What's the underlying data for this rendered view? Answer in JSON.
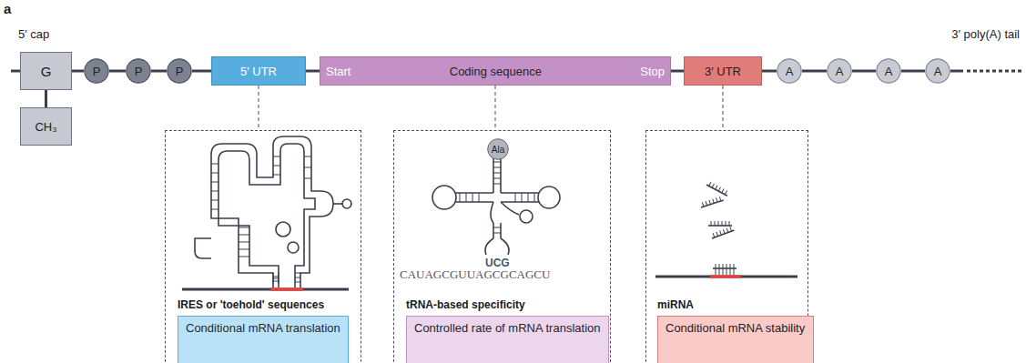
{
  "diagram": {
    "nodes": [
      {
        "text": [
          "G"
        ]
      },
      {
        "text": [
          "CH₃"
        ]
      },
      {
        "text": [
          "P"
        ]
      },
      {
        "text": [
          "P"
        ]
      },
      {
        "text": [
          "P"
        ]
      },
      {
        "text": [
          "5′ UTR"
        ]
      },
      {
        "text": [
          "Start",
          "Coding sequence",
          "Stop"
        ]
      },
      {
        "text": [
          "3′ UTR"
        ]
      },
      {
        "text": [
          "A"
        ]
      },
      {
        "text": [
          "A"
        ]
      },
      {
        "text": [
          "A"
        ]
      },
      {
        "text": [
          "A"
        ]
      },
      {
        "text": [
          "IRES or 'toehold' sequences"
        ]
      },
      {
        "text": [
          "Conditional mRNA translation"
        ],
        "in": 12
      },
      {
        "text": [
          "tRNA-based specificity"
        ]
      },
      {
        "text": [
          "Ala"
        ],
        "in": 14
      },
      {
        "text": [
          "Controlled rate of mRNA translation"
        ],
        "in": 14
      },
      {
        "text": [
          "miRNA"
        ]
      },
      {
        "text": [
          "Conditional mRNA stability"
        ],
        "in": 17
      }
    ],
    "edges": [
      {
        "from": 0,
        "to": 2,
        "arrow": "none"
      },
      {
        "from": 2,
        "to": 3,
        "arrow": "none"
      },
      {
        "from": 3,
        "to": 4,
        "arrow": "none"
      },
      {
        "from": 4,
        "to": 5,
        "arrow": "none"
      },
      {
        "from": 5,
        "to": 6,
        "arrow": "none"
      },
      {
        "from": 6,
        "to": 7,
        "arrow": "none"
      },
      {
        "from": 7,
        "to": 8,
        "arrow": "none"
      },
      {
        "from": 8,
        "to": 9,
        "arrow": "none"
      },
      {
        "from": 9,
        "to": 10,
        "arrow": "none"
      },
      {
        "from": 10,
        "to": 11,
        "arrow": "none"
      },
      {
        "from": 0,
        "to": 1,
        "arrow": "none"
      },
      {
        "from": 5,
        "to": 12,
        "arrow": "none"
      },
      {
        "from": 6,
        "to": 14,
        "arrow": "none"
      },
      {
        "from": 7,
        "to": 17,
        "arrow": "none"
      }
    ],
    "labels": [
      "a",
      "5′ cap",
      "3′ poly(A) tail",
      "UCG",
      "CAUAGCGUUAGCGCAGCU"
    ]
  }
}
